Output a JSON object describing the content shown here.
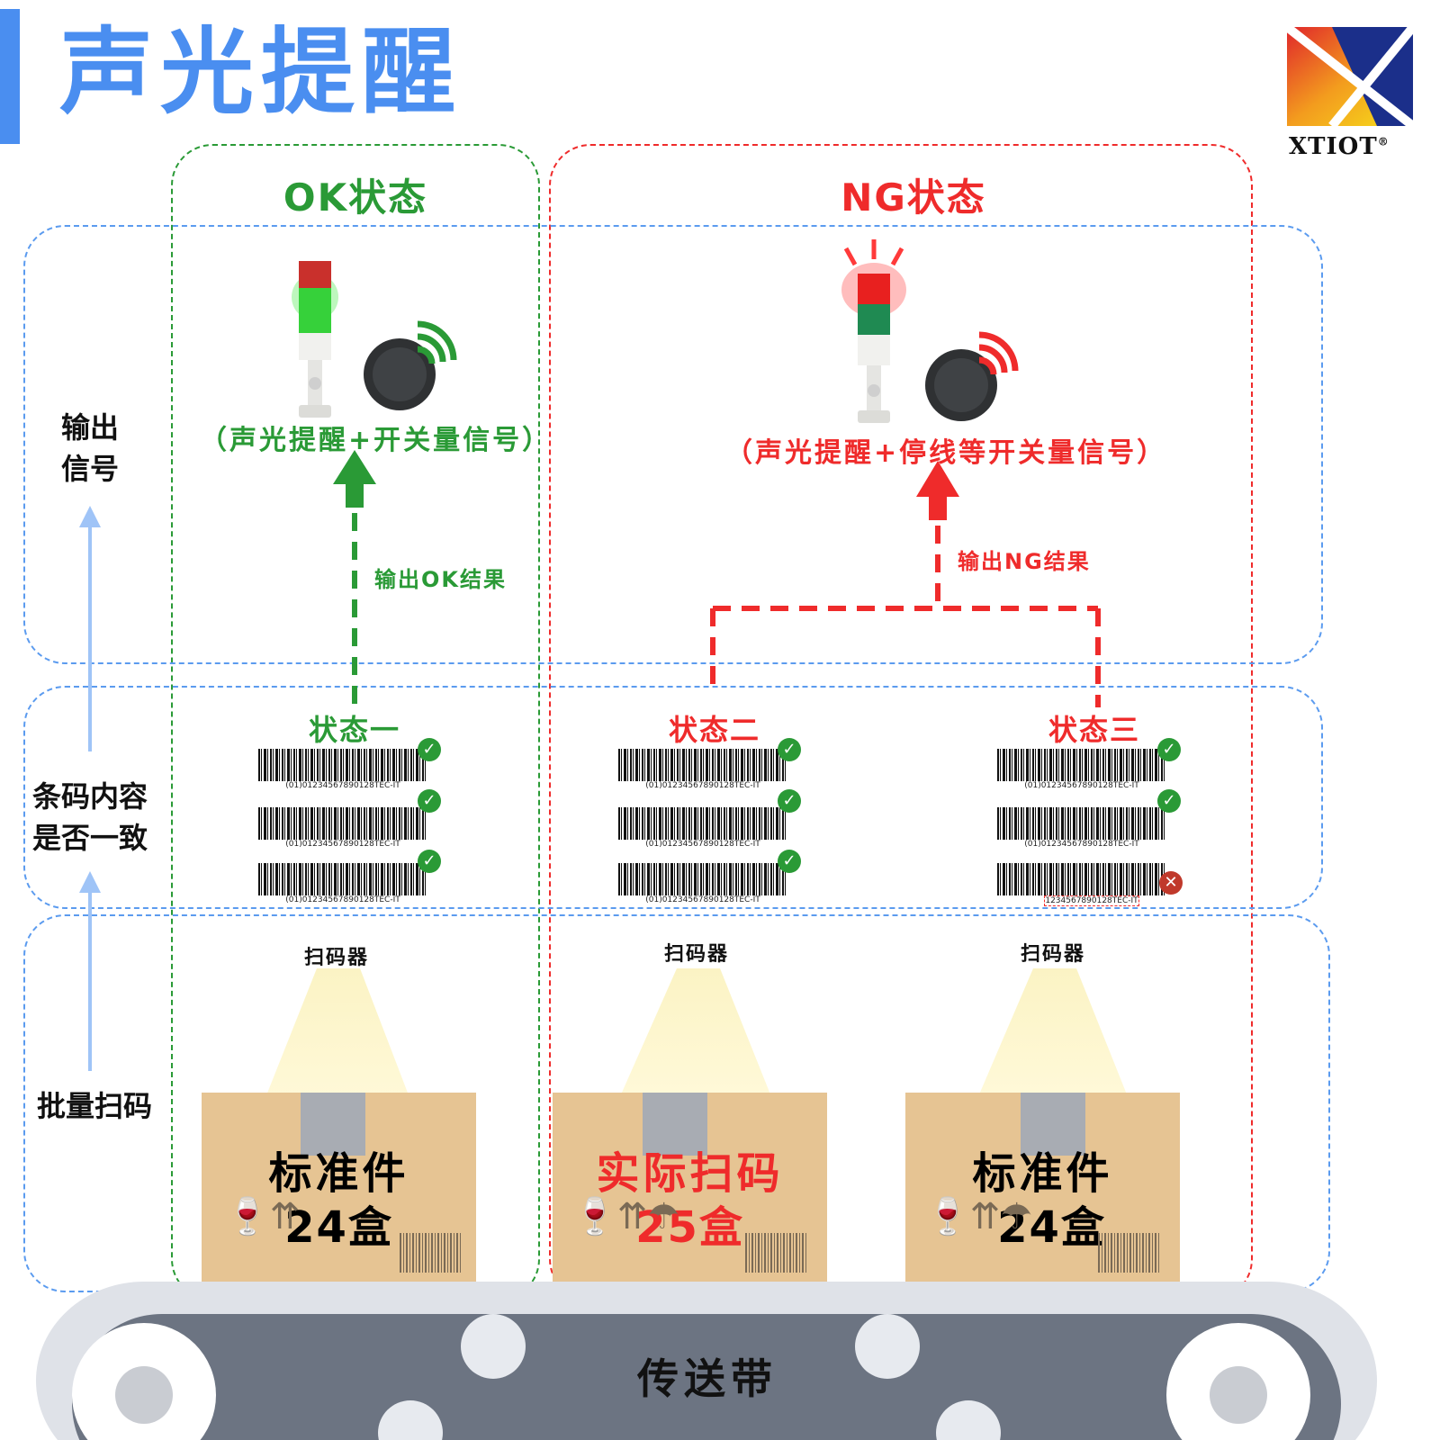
{
  "page_title": "声光提醒",
  "logo": {
    "text": "XTIOT",
    "mark": "®"
  },
  "columns": {
    "ok": {
      "header": "OK状态"
    },
    "ng": {
      "header": "NG状态"
    }
  },
  "side_labels": {
    "output": [
      "输出",
      "信号"
    ],
    "barcode": [
      "条码内容",
      "是否一致"
    ],
    "batch": "批量扫码"
  },
  "signals": {
    "ok": "（声光提醒+开关量信号）",
    "ng": "（声光提醒+停线等开关量信号）"
  },
  "results": {
    "ok": "输出OK结果",
    "ng": "输出NG结果"
  },
  "states": [
    "状态一",
    "状态二",
    "状态三"
  ],
  "barcode_text": "(01)01234567890128TEC-IT",
  "barcode_error_text": "1234567890128TEC-IT",
  "scanner_label": "扫码器",
  "boxes": [
    {
      "title": "标准件",
      "count": "24盒"
    },
    {
      "title": "实际扫码",
      "count": "25盒"
    },
    {
      "title": "标准件",
      "count": "24盒"
    }
  ],
  "conveyor_label": "传送带",
  "colors": {
    "ok": "#2a9a36",
    "ng": "#ef2b2b",
    "zone": "#5b9bef",
    "title": "#4a8ef0"
  },
  "icons": {
    "ok_badge": "check-circle-icon",
    "error_badge": "x-circle-icon",
    "tower_light": "tower-light-icon",
    "buzzer": "buzzer-icon"
  }
}
